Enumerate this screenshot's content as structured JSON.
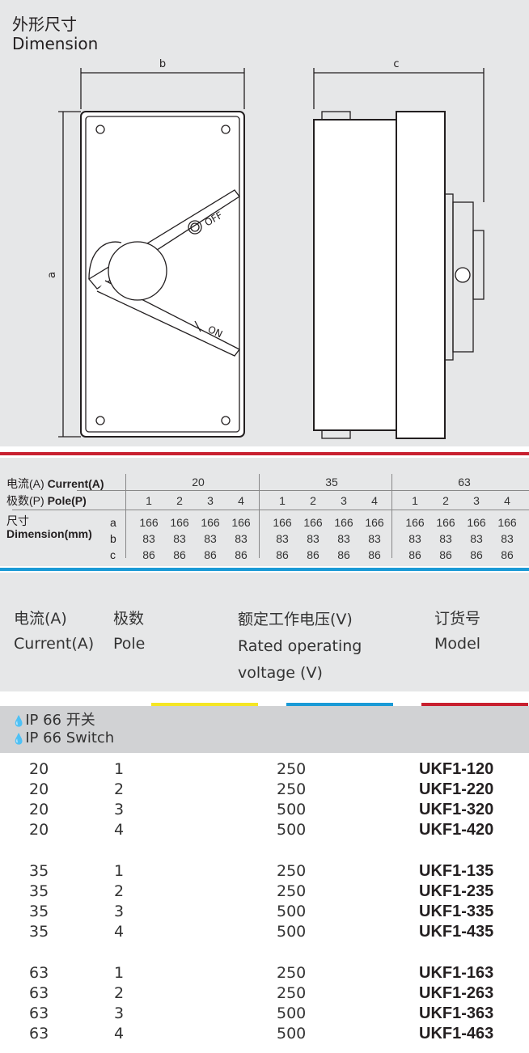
{
  "title": {
    "cn": "外形尺寸",
    "en": "Dimension"
  },
  "drawing": {
    "dim_b": "b",
    "dim_c": "c",
    "dim_a": "a",
    "off_label": "OFF",
    "on_label": "ON"
  },
  "dim_table": {
    "current_label_cn": "电流(A)",
    "current_label_en": "Current(A)",
    "pole_label_cn": "极数(P)",
    "pole_label_en": "Pole(P)",
    "dim_label_cn": "尺寸",
    "dim_label_en": "Dimension(mm)",
    "row_keys": [
      "a",
      "b",
      "c"
    ],
    "groups": [
      {
        "current": "20",
        "poles": [
          "1",
          "2",
          "3",
          "4"
        ],
        "a": [
          "166",
          "166",
          "166",
          "166"
        ],
        "b": [
          "83",
          "83",
          "83",
          "83"
        ],
        "c": [
          "86",
          "86",
          "86",
          "86"
        ]
      },
      {
        "current": "35",
        "poles": [
          "1",
          "2",
          "3",
          "4"
        ],
        "a": [
          "166",
          "166",
          "166",
          "166"
        ],
        "b": [
          "83",
          "83",
          "83",
          "83"
        ],
        "c": [
          "86",
          "86",
          "86",
          "86"
        ]
      },
      {
        "current": "63",
        "poles": [
          "1",
          "2",
          "3",
          "4"
        ],
        "a": [
          "166",
          "166",
          "166",
          "166"
        ],
        "b": [
          "83",
          "83",
          "83",
          "83"
        ],
        "c": [
          "86",
          "86",
          "86",
          "86"
        ]
      }
    ]
  },
  "model_header": {
    "current_cn": "电流(A)",
    "current_en": "Current(A)",
    "pole_cn": "极数",
    "pole_en": "Pole",
    "voltage_cn": "额定工作电压(V)",
    "voltage_en1": "Rated operating",
    "voltage_en2": "voltage (V)",
    "model_cn": "订货号",
    "model_en": "Model"
  },
  "colors": {
    "yellow": "#f5e625",
    "blue": "#1a9ad6",
    "red": "#c8202f"
  },
  "section": {
    "icon": "water-drops-icon",
    "cn": "IP 66 开关",
    "en": "IP 66 Switch"
  },
  "rows": [
    {
      "current": "20",
      "pole": "1",
      "voltage": "250",
      "model": "UKF1-120"
    },
    {
      "current": "20",
      "pole": "2",
      "voltage": "250",
      "model": "UKF1-220"
    },
    {
      "current": "20",
      "pole": "3",
      "voltage": "500",
      "model": "UKF1-320"
    },
    {
      "current": "20",
      "pole": "4",
      "voltage": "500",
      "model": "UKF1-420"
    },
    {
      "current": "35",
      "pole": "1",
      "voltage": "250",
      "model": "UKF1-135"
    },
    {
      "current": "35",
      "pole": "2",
      "voltage": "250",
      "model": "UKF1-235"
    },
    {
      "current": "35",
      "pole": "3",
      "voltage": "500",
      "model": "UKF1-335"
    },
    {
      "current": "35",
      "pole": "4",
      "voltage": "500",
      "model": "UKF1-435"
    },
    {
      "current": "63",
      "pole": "1",
      "voltage": "250",
      "model": "UKF1-163"
    },
    {
      "current": "63",
      "pole": "2",
      "voltage": "250",
      "model": "UKF1-263"
    },
    {
      "current": "63",
      "pole": "3",
      "voltage": "500",
      "model": "UKF1-363"
    },
    {
      "current": "63",
      "pole": "4",
      "voltage": "500",
      "model": "UKF1-463"
    }
  ]
}
